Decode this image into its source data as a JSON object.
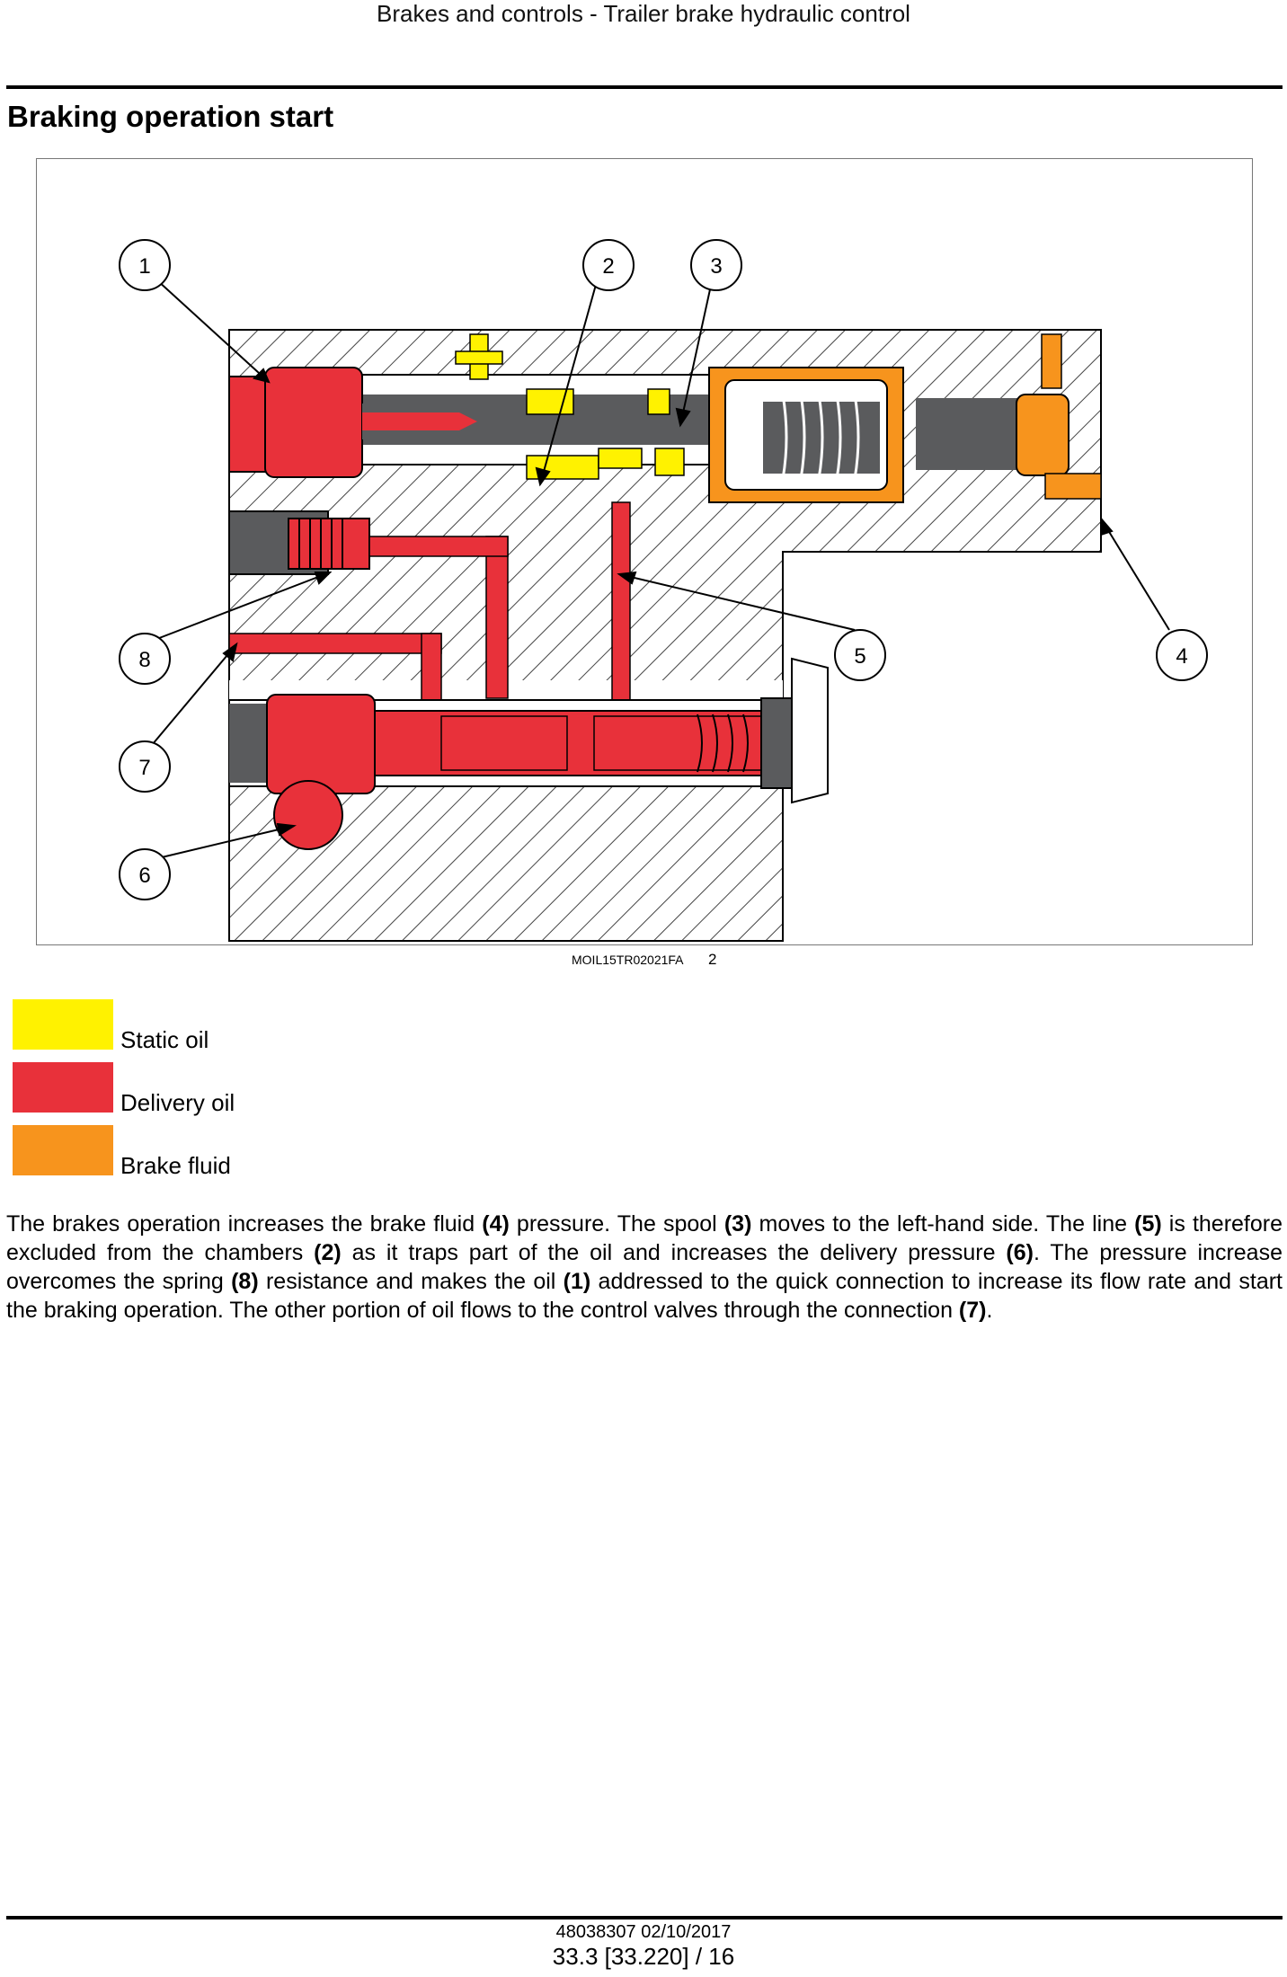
{
  "header": {
    "title": "Brakes and controls - Trailer brake hydraulic control"
  },
  "section": {
    "title": "Braking operation start"
  },
  "figure": {
    "code": "MOIL15TR02021FA",
    "number": "2",
    "callouts": [
      "1",
      "2",
      "3",
      "4",
      "5",
      "6",
      "7",
      "8"
    ]
  },
  "legend": {
    "items": [
      {
        "label": "Static oil",
        "color": "#FFF200"
      },
      {
        "label": "Delivery oil",
        "color": "#E8313A"
      },
      {
        "label": "Brake fluid",
        "color": "#F7941D"
      }
    ]
  },
  "colors": {
    "steel": "#5A5B5D",
    "hatch": "#444444"
  },
  "body": {
    "p1": "The brakes operation increases the brake fluid ",
    "r1": "(4)",
    "p2": " pressure. The spool ",
    "r2": "(3)",
    "p3": " moves to the left-hand side. The line ",
    "r3": "(5)",
    "p4": " is therefore excluded from the chambers ",
    "r4": "(2)",
    "p5": " as it traps part of the oil and increases the delivery pressure ",
    "r5": "(6)",
    "p6": ". The pressure increase overcomes the spring ",
    "r6": "(8)",
    "p7": " resistance and makes the oil ",
    "r7": "(1)",
    "p8": " addressed to the quick connection to increase its flow rate and start the braking operation. The other portion of oil flows to the control valves through the connection ",
    "r8": "(7)",
    "p9": "."
  },
  "footer": {
    "doc": "48038307 02/10/2017",
    "page": "33.3 [33.220] / 16"
  }
}
